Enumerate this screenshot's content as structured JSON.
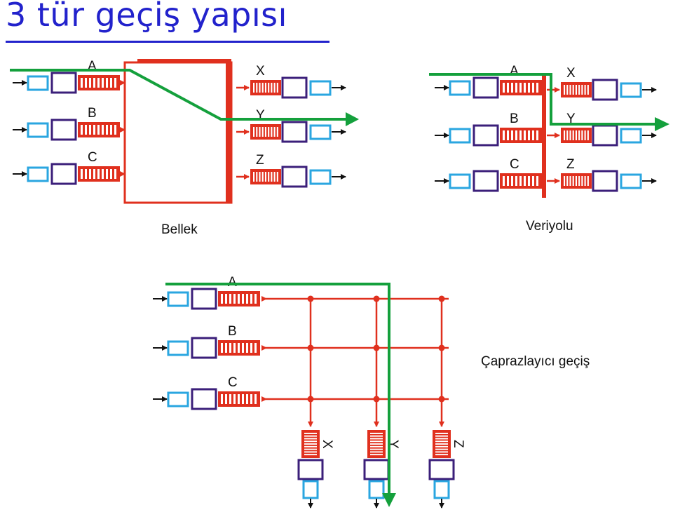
{
  "title": "3 tür geçiş yapısı",
  "colors": {
    "title": "#2222cc",
    "red": "#e0301e",
    "green": "#14a03c",
    "purple": "#3b1f7a",
    "cyan": "#2aa6e0"
  },
  "diagrams": {
    "memory": {
      "label": "Bellek",
      "inputs": [
        "A",
        "B",
        "C"
      ],
      "outputs": [
        "X",
        "Y",
        "Z"
      ]
    },
    "bus": {
      "label": "Veriyolu",
      "inputs": [
        "A",
        "B",
        "C"
      ],
      "outputs": [
        "X",
        "Y",
        "Z"
      ]
    },
    "crossbar": {
      "label": "Çaprazlayıcı geçiş",
      "inputs": [
        "A",
        "B",
        "C"
      ],
      "outputs": [
        "X",
        "Y",
        "Z"
      ]
    }
  }
}
